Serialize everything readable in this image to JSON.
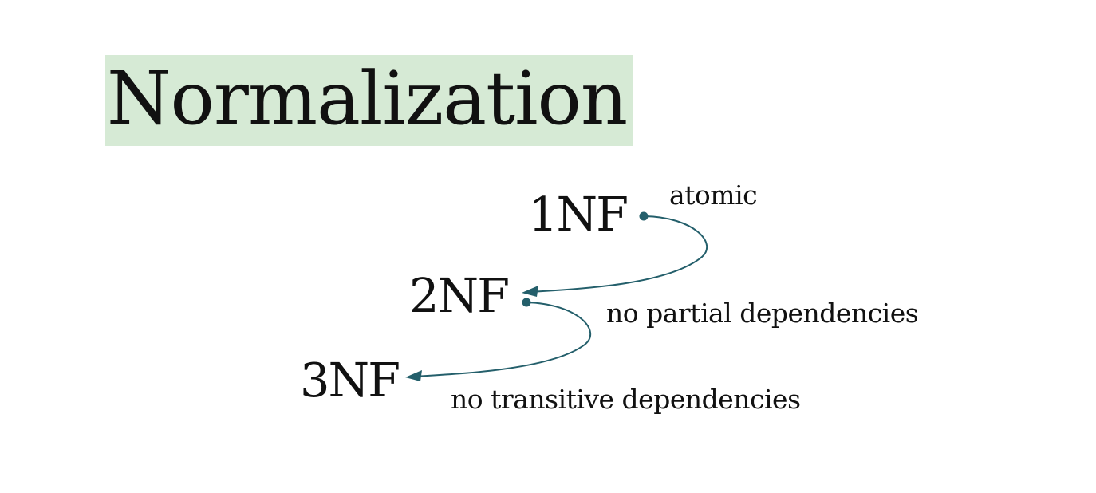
{
  "title": "Normalization",
  "forms": [
    {
      "name": "1NF",
      "rule": "atomic"
    },
    {
      "name": "2NF",
      "rule": "no partial dependencies"
    },
    {
      "name": "3NF",
      "rule": "no transitive dependencies"
    }
  ],
  "colors": {
    "title_highlight": "#d6ead5",
    "arrow": "#245f6b",
    "text": "#111111"
  }
}
